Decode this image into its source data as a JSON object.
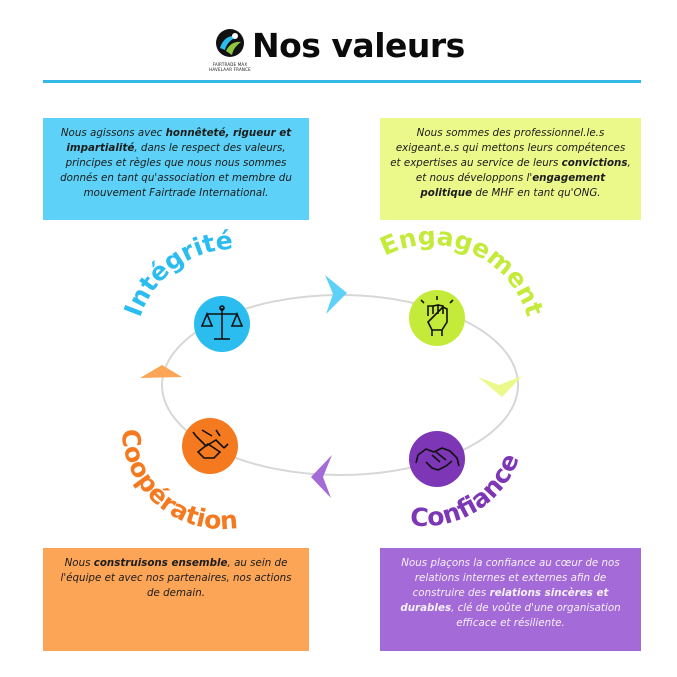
{
  "header": {
    "title": "Nos valeurs",
    "logo_text": "FAIRTRADE MAX HAVELAAR FRANCE"
  },
  "colors": {
    "integrite": "#2bbcf0",
    "engagement": "#c4ea3a",
    "confiance": "#7d36b5",
    "cooperation": "#f4791f",
    "rule": "#35b8e6"
  },
  "values": {
    "integrite": {
      "label": "Intégrité",
      "icon": "scales-icon",
      "description": [
        {
          "t": "Nous agissons avec "
        },
        {
          "t": "honnêteté, rigueur et impartialité",
          "b": true
        },
        {
          "t": ", dans le respect des valeurs, principes et règles que nous nous sommes donnés en tant qu'association et membre du mouvement Fairtrade International."
        }
      ]
    },
    "engagement": {
      "label": "Engagement",
      "icon": "raised-fist-icon",
      "description": [
        {
          "t": "Nous sommes des professionnel.le.s exigeant.e.s qui mettons leurs compétences et expertises au service de leurs "
        },
        {
          "t": "convictions",
          "b": true
        },
        {
          "t": ", et nous développons l'"
        },
        {
          "t": "engagement politique",
          "b": true
        },
        {
          "t": " de MHF en tant qu'ONG."
        }
      ]
    },
    "cooperation": {
      "label": "Coopération",
      "icon": "stacked-hands-icon",
      "description": [
        {
          "t": "Nous "
        },
        {
          "t": "construisons ensemble",
          "b": true
        },
        {
          "t": ", au sein de l'équipe et avec nos partenaires, nos actions de demain."
        }
      ]
    },
    "confiance": {
      "label": "Confiance",
      "icon": "handshake-icon",
      "description": [
        {
          "t": "Nous plaçons la confiance au cœur de nos relations internes et externes afin de construire des "
        },
        {
          "t": "relations sincères et durables",
          "b": true
        },
        {
          "t": ", clé de voûte d'une organisation efficace et résiliente."
        }
      ]
    }
  }
}
